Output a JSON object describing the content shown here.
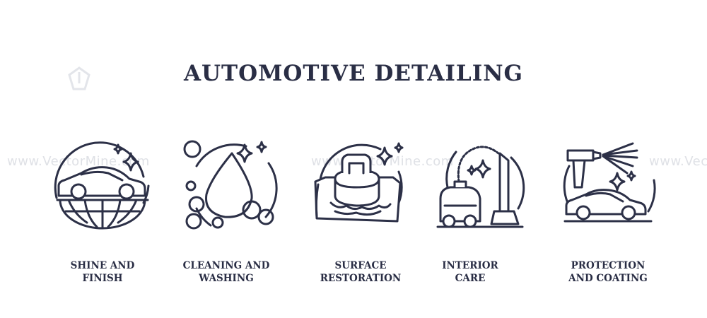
{
  "title": "AUTOMOTIVE DETAILING",
  "watermark": {
    "text_left": "www.VectorMine.com",
    "text_center": "www.VectorMine.com",
    "text_right": "www.Vec"
  },
  "items": [
    {
      "icon": "car-shine-globe-icon",
      "line1": "SHINE AND",
      "line2": "FINISH"
    },
    {
      "icon": "water-drop-bubbles-icon",
      "line1": "CLEANING AND",
      "line2": "WASHING"
    },
    {
      "icon": "polisher-pad-icon",
      "line1": "SURFACE",
      "line2": "RESTORATION"
    },
    {
      "icon": "vacuum-cleaner-icon",
      "line1": "INTERIOR",
      "line2": "CARE"
    },
    {
      "icon": "spray-car-coating-icon",
      "line1": "PROTECTION",
      "line2": "AND COATING"
    }
  ],
  "colors": {
    "ink": "#2c3047",
    "background": "#ffffff",
    "watermark": "#dfe1e6"
  }
}
